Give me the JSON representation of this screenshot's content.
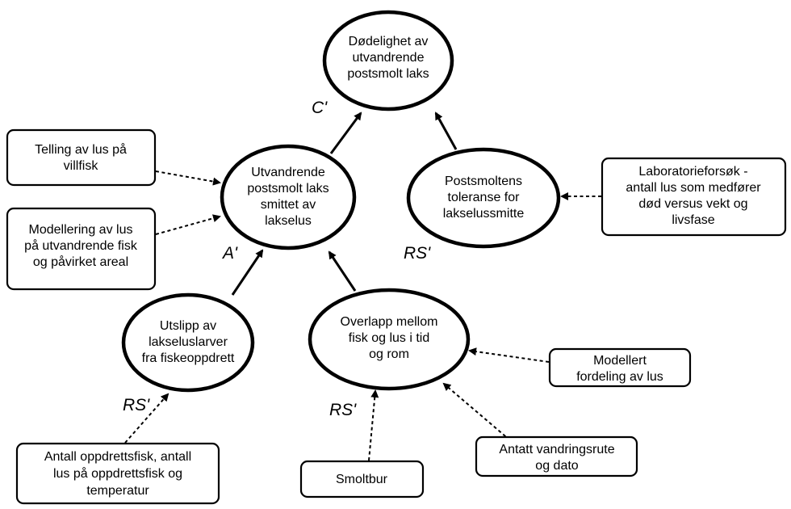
{
  "nodes": {
    "mortality": [
      "Dødelighet av",
      "utvandrende",
      "postsmolt laks"
    ],
    "infected": [
      "Utvandrende",
      "postsmolt laks",
      "smittet av",
      "lakselus"
    ],
    "tolerance": [
      "Postsmoltens",
      "toleranse for",
      "lakselussmitte"
    ],
    "release": [
      "Utslipp av",
      "lakseluslarver",
      "fra fiskeoppdrett"
    ],
    "overlap": [
      "Overlapp mellom",
      "fisk og lus i tid",
      "og rom"
    ]
  },
  "boxes": {
    "counting": [
      "Telling av lus på",
      "villfisk"
    ],
    "modelling": [
      "Modellering av lus",
      "på utvandrende fisk",
      "og påvirket areal"
    ],
    "lab": [
      "Laboratorieforsøk -",
      "antall lus som medfører",
      "død versus vekt og",
      "livsfase"
    ],
    "farmed": [
      "Antall oppdrettsfisk, antall",
      "lus på oppdrettsfisk og",
      "temperatur"
    ],
    "smolt_cage": [
      "Smoltbur"
    ],
    "route": [
      "Antatt vandringsrute",
      "og dato"
    ],
    "distribution": [
      "Modellert",
      "fordeling av lus"
    ]
  },
  "labels": {
    "c_prime": "C'",
    "a_prime": "A'",
    "rs_tolerance": "RS'",
    "rs_release": "RS'",
    "rs_overlap": "RS'"
  },
  "colors": {
    "stroke": "#000000",
    "fill": "#ffffff"
  }
}
